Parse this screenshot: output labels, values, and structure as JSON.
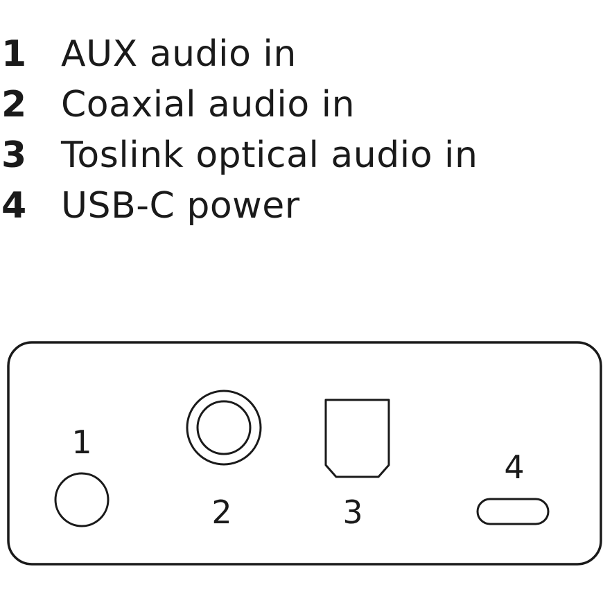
{
  "legend": {
    "items": [
      {
        "number": "1",
        "label": "AUX audio in"
      },
      {
        "number": "2",
        "label": "Coaxial audio in"
      },
      {
        "number": "3",
        "label": "Toslink optical audio in"
      },
      {
        "number": "4",
        "label": "USB-C power"
      }
    ]
  },
  "panel": {
    "ports": [
      {
        "number": "1",
        "icon": "aux-jack-icon"
      },
      {
        "number": "2",
        "icon": "coaxial-jack-icon"
      },
      {
        "number": "3",
        "icon": "toslink-port-icon"
      },
      {
        "number": "4",
        "icon": "usb-c-port-icon"
      }
    ]
  },
  "colors": {
    "line": "#1a1a1a",
    "background": "#ffffff"
  }
}
